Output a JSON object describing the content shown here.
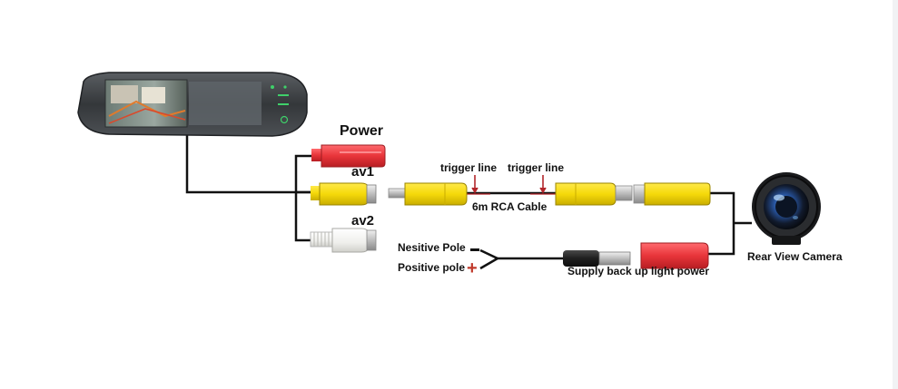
{
  "labels": {
    "power": "Power",
    "av1": "av1",
    "av2": "av2",
    "trigger_line_left": "trigger line",
    "trigger_line_right": "trigger line",
    "cable": "6m RCA Cable",
    "negative_pole": "Nesitive Pole",
    "positive_pole": "Positive pole",
    "supply": "Supply back up light power",
    "camera": "Rear View Camera"
  },
  "colors": {
    "wire": "#111111",
    "rca_yellow": "#f5d90a",
    "rca_red": "#e8353a",
    "rca_white": "#f4f4f2",
    "dc_black": "#1f1f1f",
    "trigger_mark": "#b3262b",
    "mirror_body": "#3a3d40",
    "screen_green_icons": "#3fd06a"
  },
  "icons": {
    "mirror": "rearview-mirror-monitor-icon",
    "camera": "rear-view-camera-icon"
  }
}
